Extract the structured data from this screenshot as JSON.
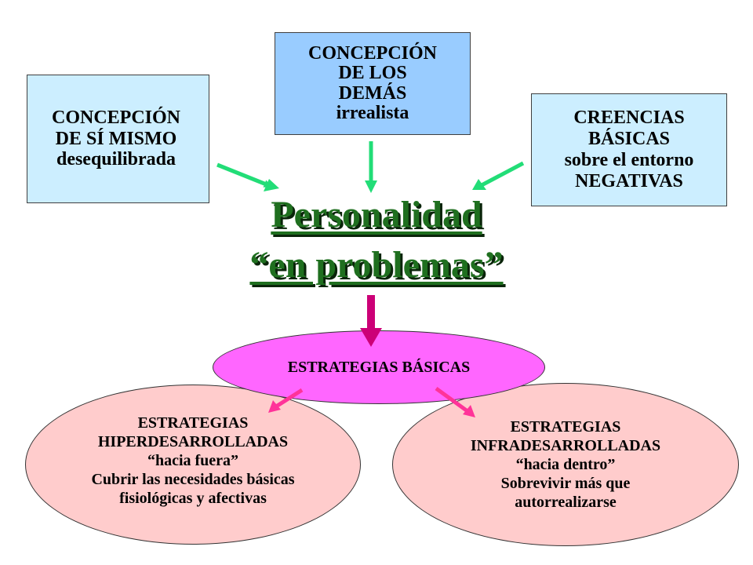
{
  "concept_self": {
    "line1": "CONCEPCIÓN",
    "line2": "DE SÍ MISMO",
    "line3": "desequilibrada"
  },
  "concept_others": {
    "line1": "CONCEPCIÓN",
    "line2": "DE  LOS",
    "line3": "DEMÁS",
    "line4": "irrealista"
  },
  "beliefs": {
    "line1": "CREENCIAS",
    "line2": "BÁSICAS",
    "line3": "sobre el entorno",
    "line4": "NEGATIVAS"
  },
  "center": {
    "line1": "Personalidad",
    "line2": "“en problemas”"
  },
  "strategies_basic": {
    "label": "ESTRATEGIAS BÁSICAS"
  },
  "strategies_over": {
    "line1": "ESTRATEGIAS",
    "line2": "HIPERDESARROLLADAS",
    "line3": "“hacia fuera”",
    "line4": "Cubrir las necesidades básicas",
    "line5": "fisiológicas y afectivas"
  },
  "strategies_under": {
    "line1": "ESTRATEGIAS",
    "line2": "INFRADESARROLLADAS",
    "line3": "“hacia dentro”",
    "line4": "Sobrevivir más que",
    "line5": "autorrealizarse"
  },
  "colors": {
    "green_arrow": "#22dd77",
    "magenta_arrow": "#cc0077",
    "pink_arrow": "#ff3399",
    "title_green": "#1f6f1f"
  }
}
